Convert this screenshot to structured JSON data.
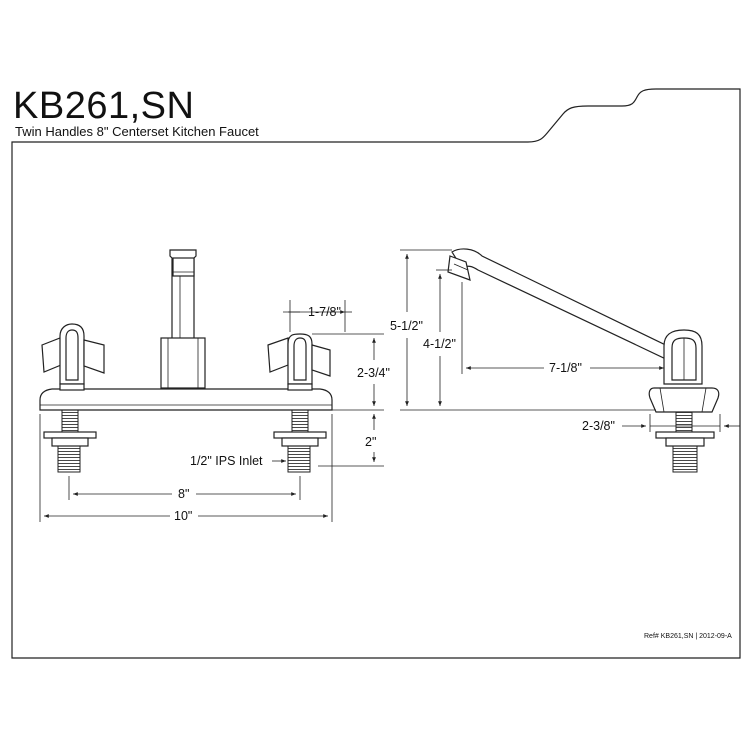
{
  "header": {
    "model": "KB261,SN",
    "subtitle": "Twin Handles 8\" Centerset Kitchen Faucet"
  },
  "footer": {
    "reference": "Ref# KB261,SN | 2012-09-A"
  },
  "dimensions": {
    "handle_spacing": "1-7/8\"",
    "deck_height": "2-3/4\"",
    "shank_length": "2\"",
    "inlet": "1/2\" IPS Inlet",
    "center_spacing": "8\"",
    "overall_width": "10\"",
    "overall_height": "5-1/2\"",
    "spout_height": "4-1/2\"",
    "spout_reach": "7-1/8\"",
    "base_depth": "2-3/8\""
  }
}
